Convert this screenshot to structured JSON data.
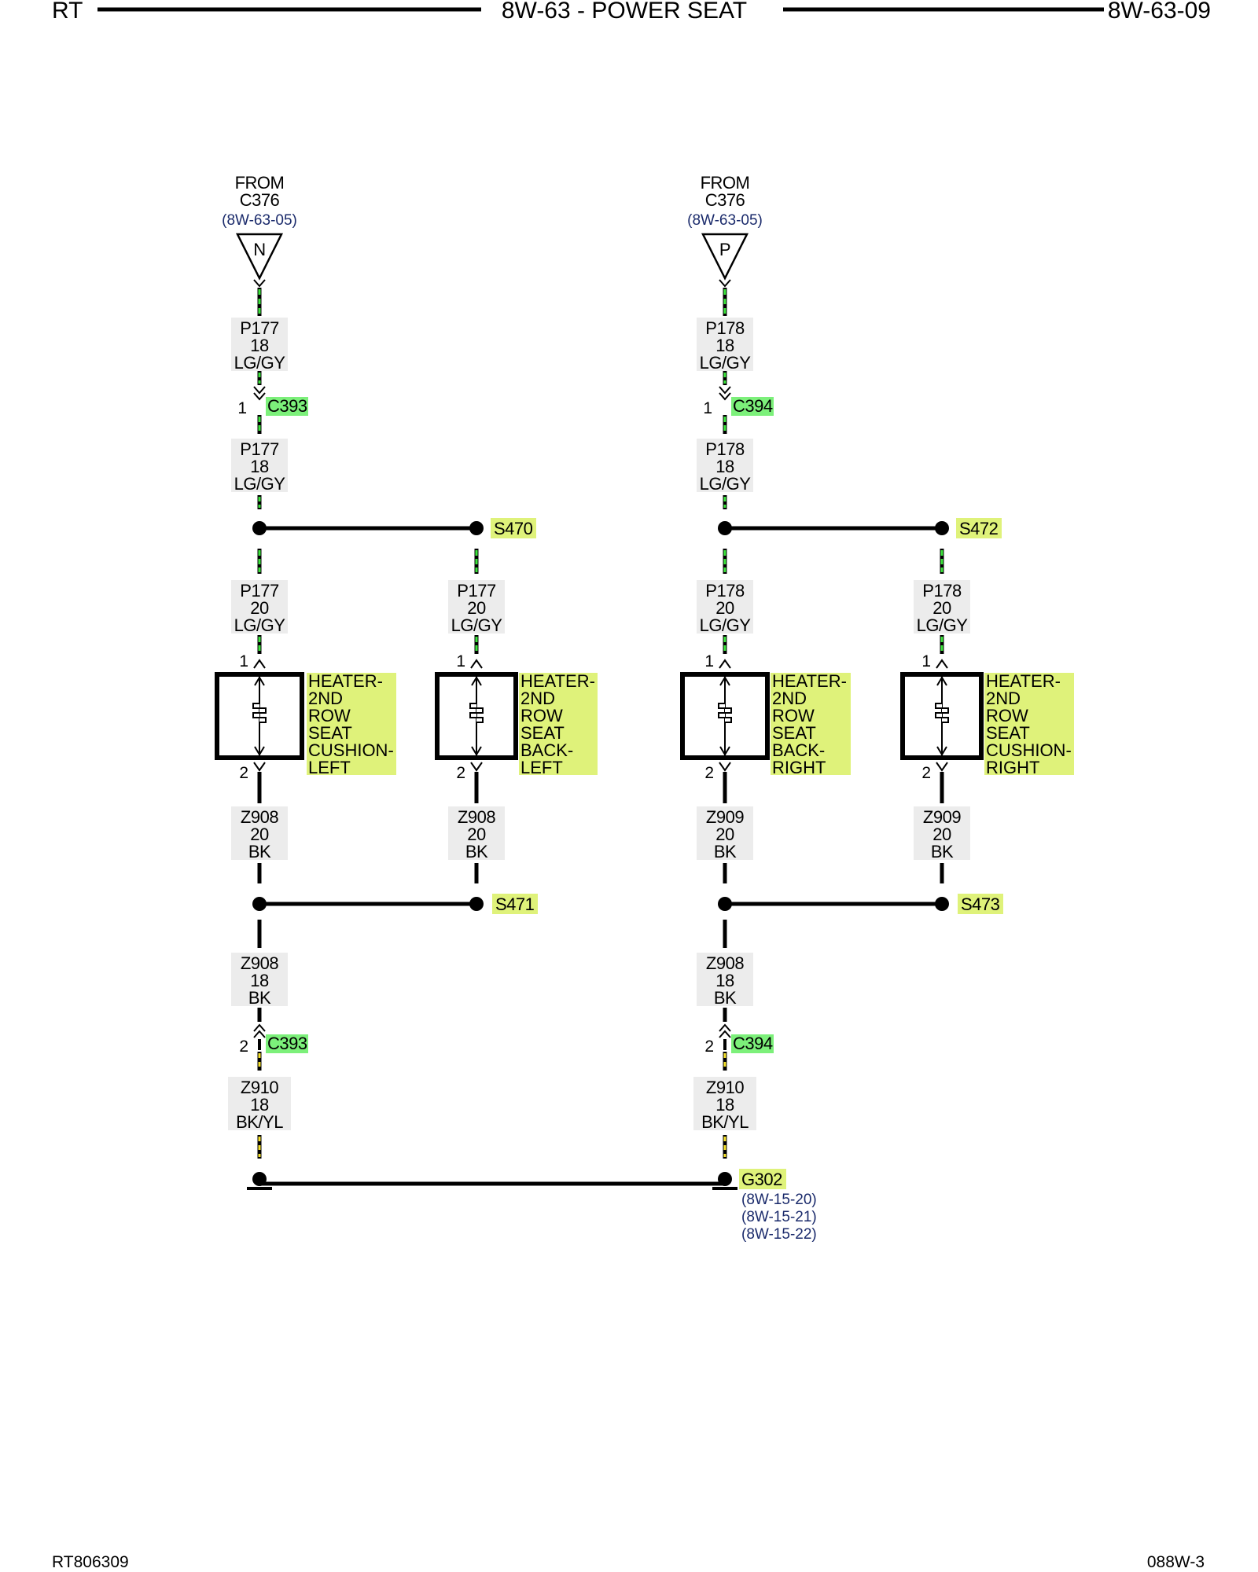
{
  "header": {
    "left": "RT",
    "title": "8W-63 - POWER SEAT",
    "right": "8W-63-09"
  },
  "footer": {
    "left": "RT806309",
    "right": "088W-3"
  },
  "colors": {
    "wire_lg_gy_stripe": "#3be33b",
    "wire_bk_yl_stripe": "#f5e12a",
    "highlight_lime": "#dff27a",
    "highlight_green": "#7cf07a",
    "ref_text": "#1a2a6b"
  },
  "sources": [
    {
      "from": "FROM",
      "connector": "C376",
      "ref": "(8W-63-05)",
      "pin_letter": "N"
    },
    {
      "from": "FROM",
      "connector": "C376",
      "ref": "(8W-63-05)",
      "pin_letter": "P"
    }
  ],
  "wires": {
    "left_feed_upper": {
      "circuit": "P177",
      "gauge": "18",
      "color": "LG/GY"
    },
    "left_feed_lower": {
      "circuit": "P177",
      "gauge": "18",
      "color": "LG/GY"
    },
    "left_cushion": {
      "circuit": "P177",
      "gauge": "20",
      "color": "LG/GY"
    },
    "left_back": {
      "circuit": "P177",
      "gauge": "20",
      "color": "LG/GY"
    },
    "right_feed_upper": {
      "circuit": "P178",
      "gauge": "18",
      "color": "LG/GY"
    },
    "right_feed_lower": {
      "circuit": "P178",
      "gauge": "18",
      "color": "LG/GY"
    },
    "right_back": {
      "circuit": "P178",
      "gauge": "20",
      "color": "LG/GY"
    },
    "right_cushion": {
      "circuit": "P178",
      "gauge": "20",
      "color": "LG/GY"
    },
    "gnd_left_cushion": {
      "circuit": "Z908",
      "gauge": "20",
      "color": "BK"
    },
    "gnd_left_back": {
      "circuit": "Z908",
      "gauge": "20",
      "color": "BK"
    },
    "gnd_right_back": {
      "circuit": "Z909",
      "gauge": "20",
      "color": "BK"
    },
    "gnd_right_cushion": {
      "circuit": "Z909",
      "gauge": "20",
      "color": "BK"
    },
    "gnd_left_main": {
      "circuit": "Z908",
      "gauge": "18",
      "color": "BK"
    },
    "gnd_right_main": {
      "circuit": "Z908",
      "gauge": "18",
      "color": "BK"
    },
    "gnd_left_final": {
      "circuit": "Z910",
      "gauge": "18",
      "color": "BK/YL"
    },
    "gnd_right_final": {
      "circuit": "Z910",
      "gauge": "18",
      "color": "BK/YL"
    }
  },
  "connectors": {
    "c393_top": {
      "pin": "1",
      "name": "C393"
    },
    "c394_top": {
      "pin": "1",
      "name": "C394"
    },
    "c393_bottom": {
      "pin": "2",
      "name": "C393"
    },
    "c394_bottom": {
      "pin": "2",
      "name": "C394"
    }
  },
  "splices": {
    "s470": "S470",
    "s472": "S472",
    "s471": "S471",
    "s473": "S473"
  },
  "heaters": [
    {
      "pin_top": "1",
      "pin_bottom": "2",
      "lines": [
        "HEATER-",
        "2ND",
        "ROW",
        "SEAT",
        "CUSHION-",
        "LEFT"
      ]
    },
    {
      "pin_top": "1",
      "pin_bottom": "2",
      "lines": [
        "HEATER-",
        "2ND",
        "ROW",
        "SEAT",
        "BACK-",
        "LEFT"
      ]
    },
    {
      "pin_top": "1",
      "pin_bottom": "2",
      "lines": [
        "HEATER-",
        "2ND",
        "ROW",
        "SEAT",
        "BACK-",
        "RIGHT"
      ]
    },
    {
      "pin_top": "1",
      "pin_bottom": "2",
      "lines": [
        "HEATER-",
        "2ND",
        "ROW",
        "SEAT",
        "CUSHION-",
        "RIGHT"
      ]
    }
  ],
  "ground": {
    "name": "G302",
    "refs": [
      "(8W-15-20)",
      "(8W-15-21)",
      "(8W-15-22)"
    ]
  }
}
